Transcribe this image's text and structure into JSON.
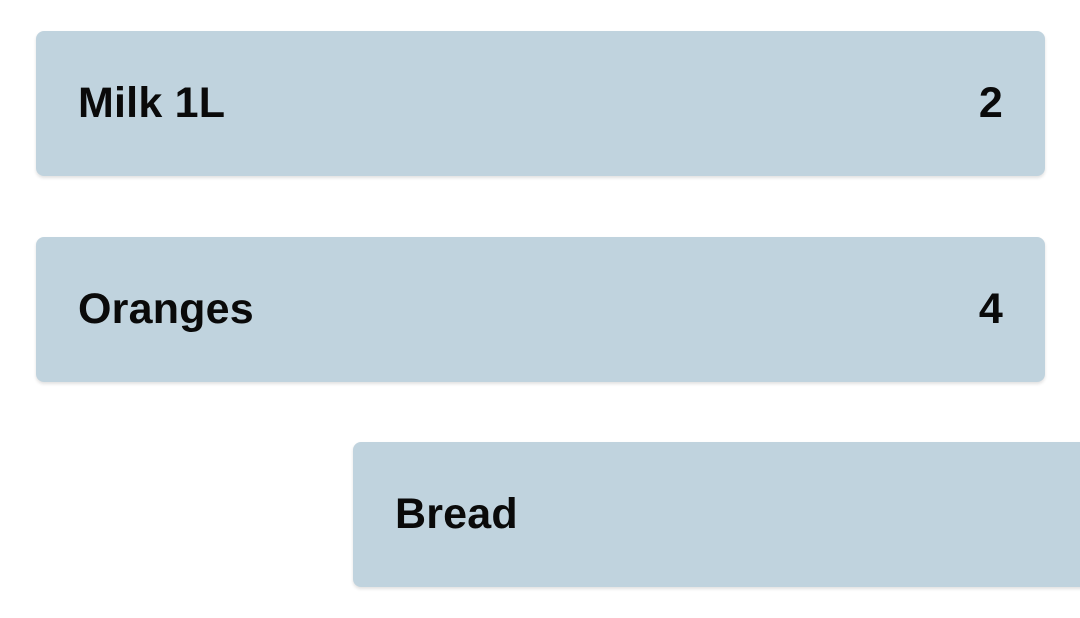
{
  "shopping_list": {
    "items": [
      {
        "name": "Milk 1L",
        "quantity": "2"
      },
      {
        "name": "Oranges",
        "quantity": "4"
      },
      {
        "name": "Bread",
        "quantity": ""
      }
    ]
  },
  "colors": {
    "item_background": "#c0d3de",
    "text": "#0a0a0a",
    "page_background": "#ffffff"
  }
}
